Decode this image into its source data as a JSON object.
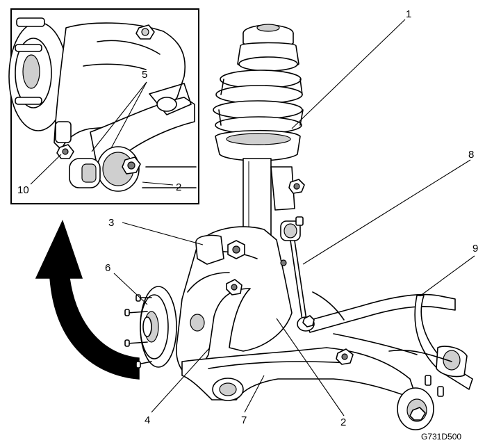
{
  "callouts": {
    "c1": "1",
    "c2": "2",
    "c3": "3",
    "c4": "4",
    "c6": "6",
    "c7": "7",
    "c8": "8",
    "c9": "9",
    "inset_c5": "5",
    "inset_c10": "10",
    "inset_c2": "2"
  },
  "figure_id": "G731D500",
  "icons": {
    "rotation_arrow": "curved-arrow-up-icon"
  }
}
